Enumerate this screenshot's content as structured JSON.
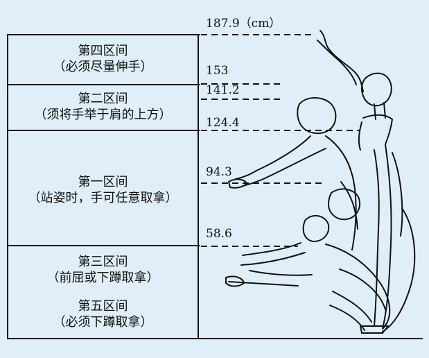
{
  "zones": [
    {
      "title": "第四区间",
      "note": "（必须尽量伸手）"
    },
    {
      "title": "第二区间",
      "note": "（须将手举于肩的上方）"
    },
    {
      "title": "第一区间",
      "note": "（站姿时，手可任意取拿）"
    },
    {
      "title": "第三区间",
      "note": "（前屈或下蹲取拿）"
    },
    {
      "title": "第五区间",
      "note": "（必须下蹲取拿）"
    }
  ],
  "heights": {
    "h1": "187.9（cm）",
    "h2": "153",
    "h3": "141.2",
    "h4": "124.4",
    "h5": "94.3",
    "h6": "58.6"
  },
  "colors": {
    "background": "#dfeef8",
    "line": "#111111"
  }
}
